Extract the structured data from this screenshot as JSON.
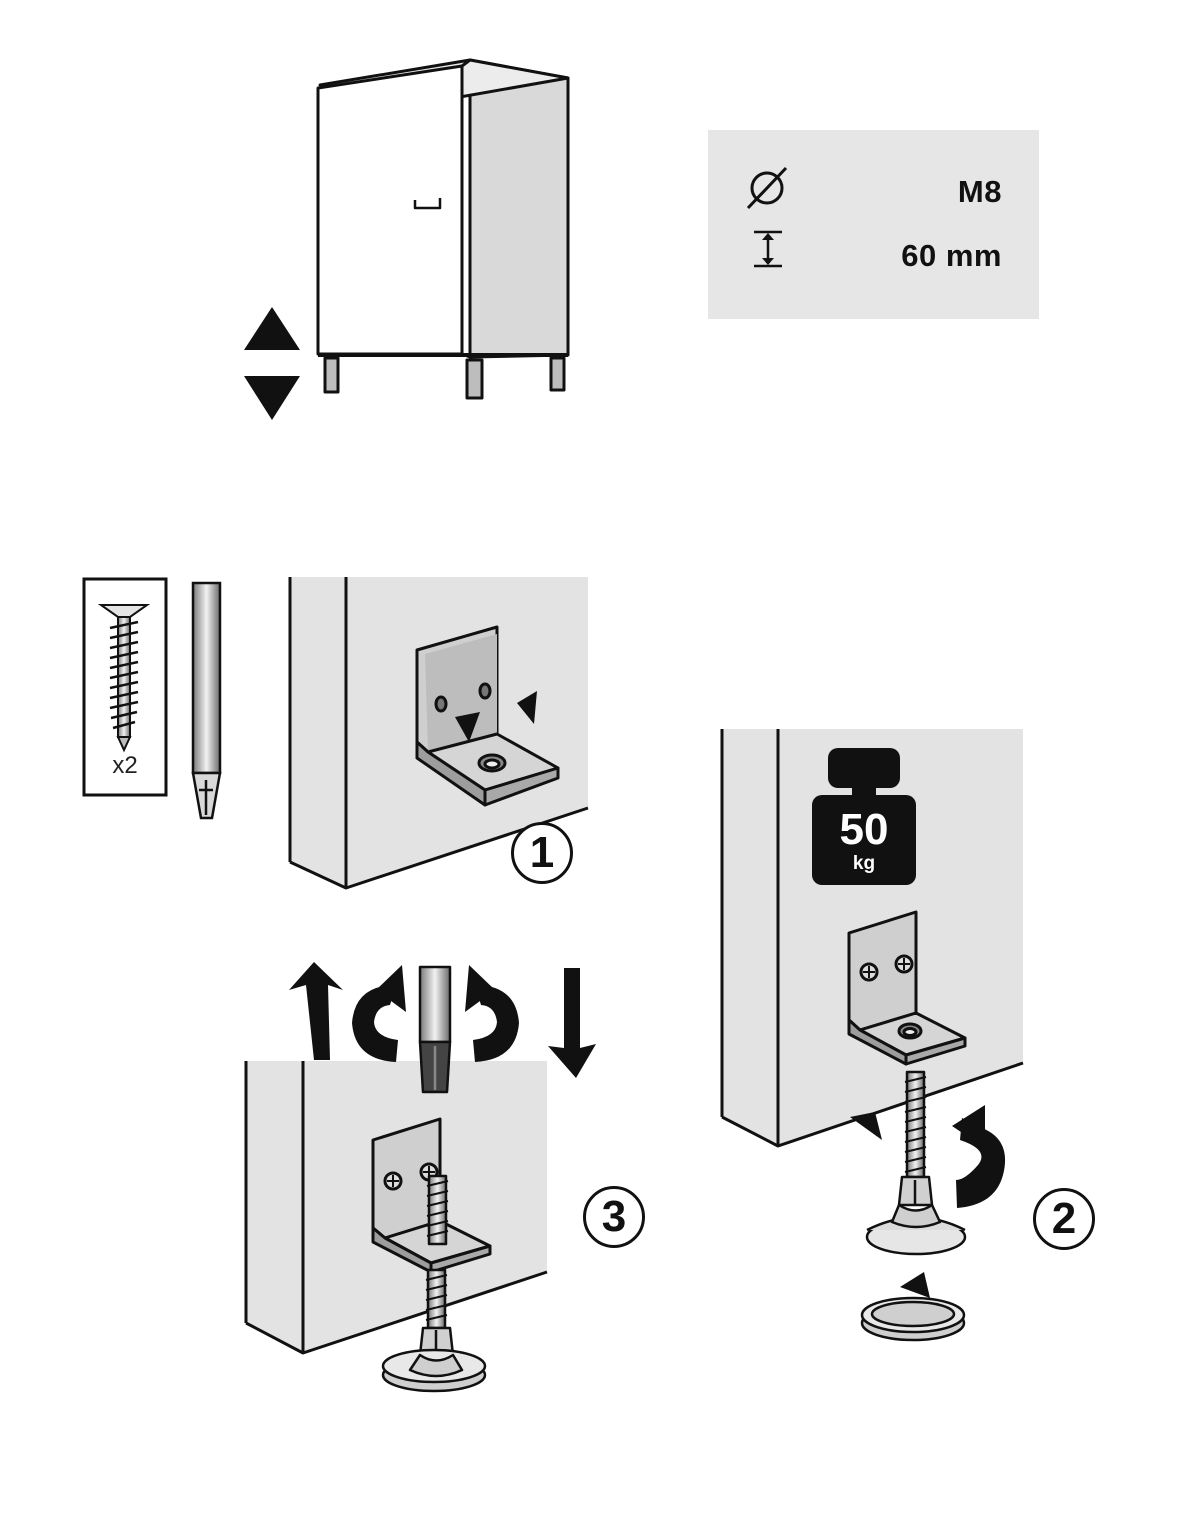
{
  "specs": {
    "diameter": {
      "icon": "diameter-icon",
      "value": "M8"
    },
    "length": {
      "icon": "height-arrow-icon",
      "value": "60 mm"
    }
  },
  "screw": {
    "icon": "countersunk-screw-icon",
    "count": "x2"
  },
  "tool": {
    "icon": "phillips-screwdriver-icon"
  },
  "weight": {
    "value": "50",
    "unit": "kg"
  },
  "steps": [
    "1",
    "2",
    "3"
  ],
  "colors": {
    "ink": "#111111",
    "panel": "#e6e6e6",
    "metal": "#cfcfcf",
    "metal_dark": "#a9a9a9"
  }
}
